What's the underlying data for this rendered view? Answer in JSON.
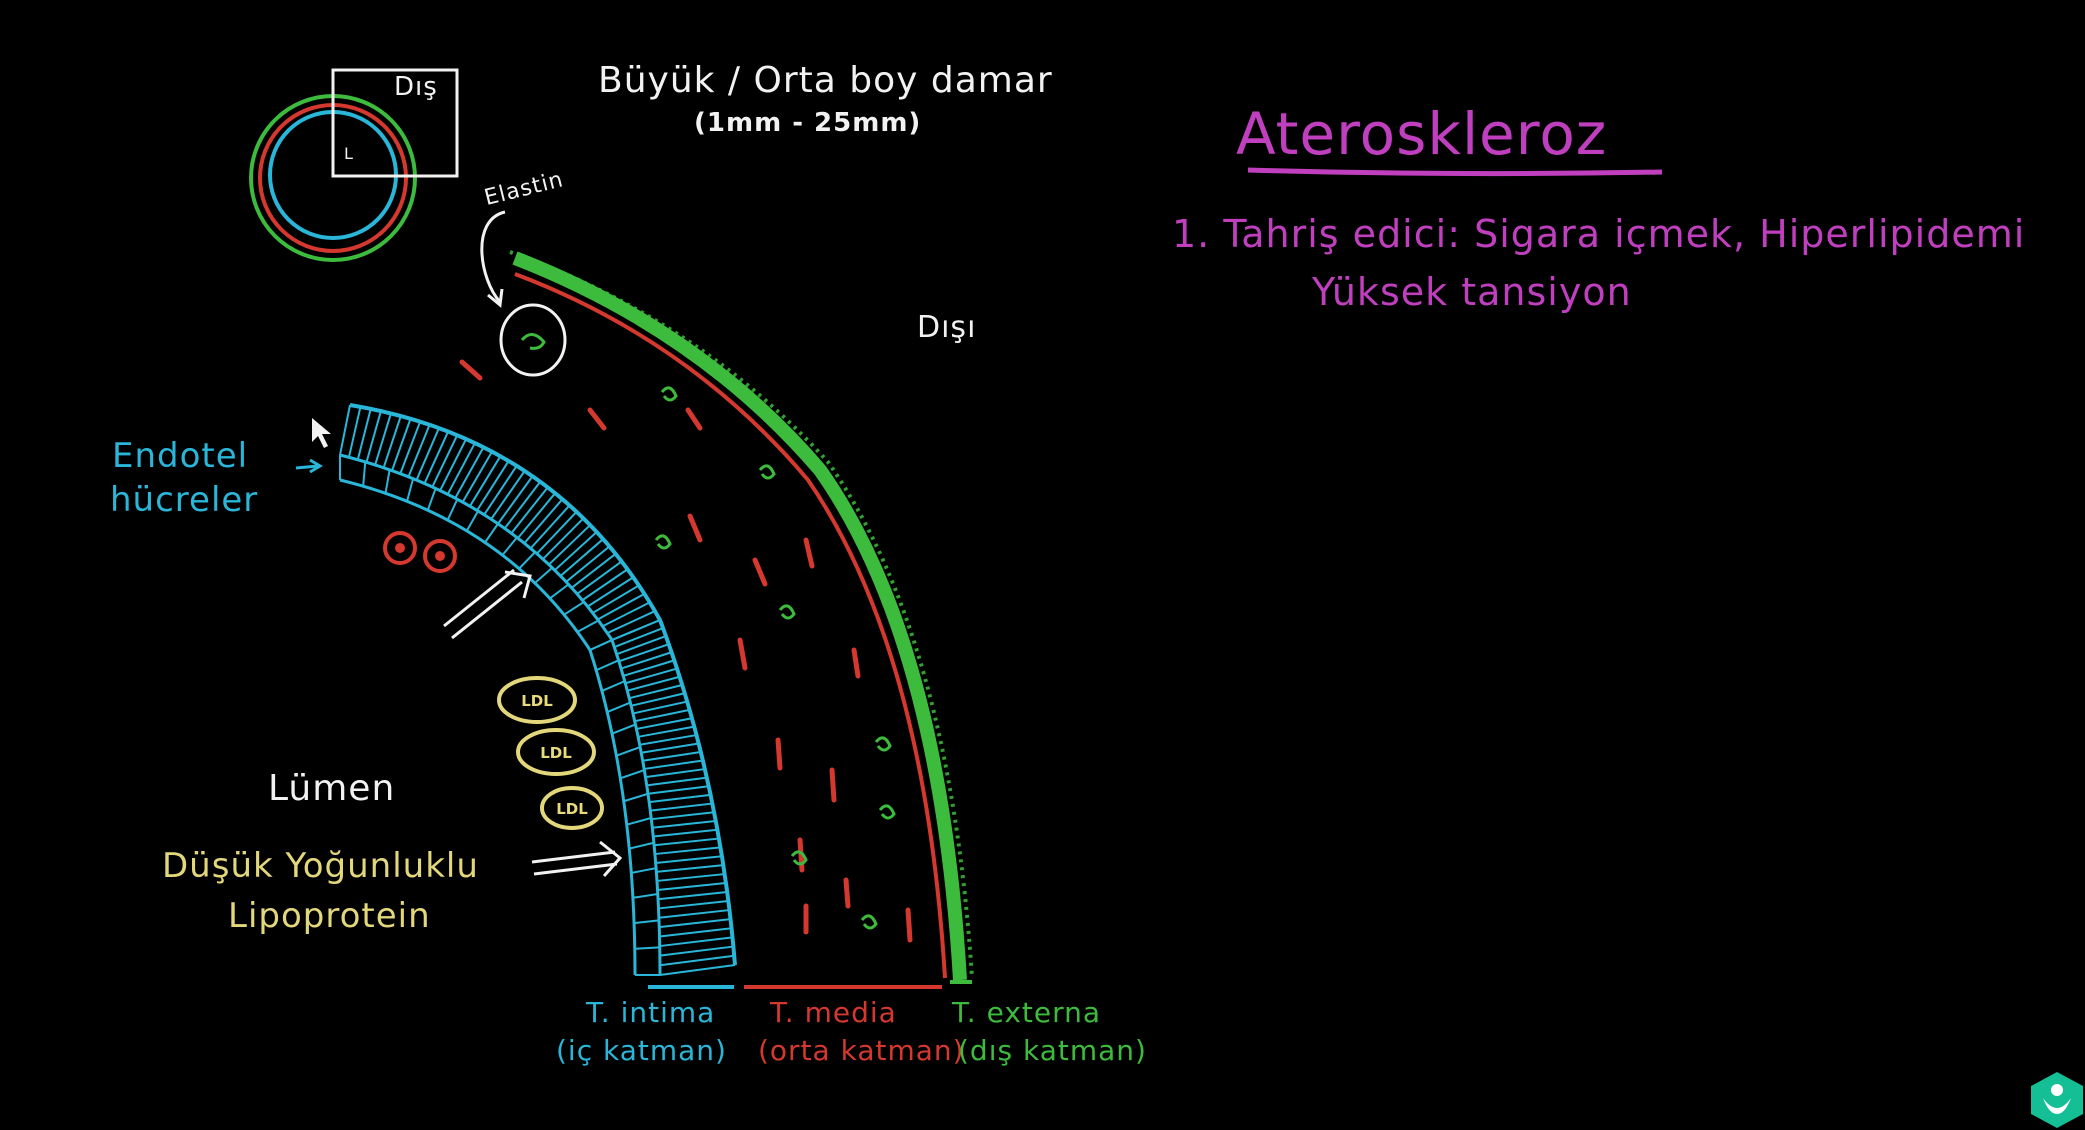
{
  "colors": {
    "background": "#000000",
    "white": "#f2f2f2",
    "cyan": "#29b6d8",
    "yellow": "#e3d77b",
    "red": "#d4382e",
    "green": "#3dbb3c",
    "magenta": "#c03fbf"
  },
  "vessel": {
    "title": "Büyük / Orta boy damar",
    "size_range": "(1mm - 25mm)",
    "mini_outer_label": "Dış",
    "mini_lumen_label": "L",
    "outer_label": "Dışı",
    "elastin_label": "Elastin",
    "endothelium_label_line1": "Endotel",
    "endothelium_label_line2": "hücreler",
    "lumen_label": "Lümen",
    "ldl_label_line1": "Düşük Yoğunluklu",
    "ldl_label_line2": "Lipoprotein",
    "ldl_particles": [
      "LDL",
      "LDL",
      "LDL"
    ]
  },
  "layers": [
    {
      "name": "T. intima",
      "note": "(iç katman)",
      "color": "#29b6d8"
    },
    {
      "name": "T. media",
      "note": "(orta katman)",
      "color": "#d4382e"
    },
    {
      "name": "T. externa",
      "note": "(dış katman)",
      "color": "#3dbb3c"
    }
  ],
  "topic": {
    "title": "Ateroskleroz",
    "point1_line1": "1. Tahriş edici: Sigara içmek, Hiperlipidemi",
    "point1_line2": "Yüksek tansiyon"
  },
  "icons": {
    "cursor": "hand-cursor-icon",
    "logo": "khan-academy-logo-icon"
  }
}
